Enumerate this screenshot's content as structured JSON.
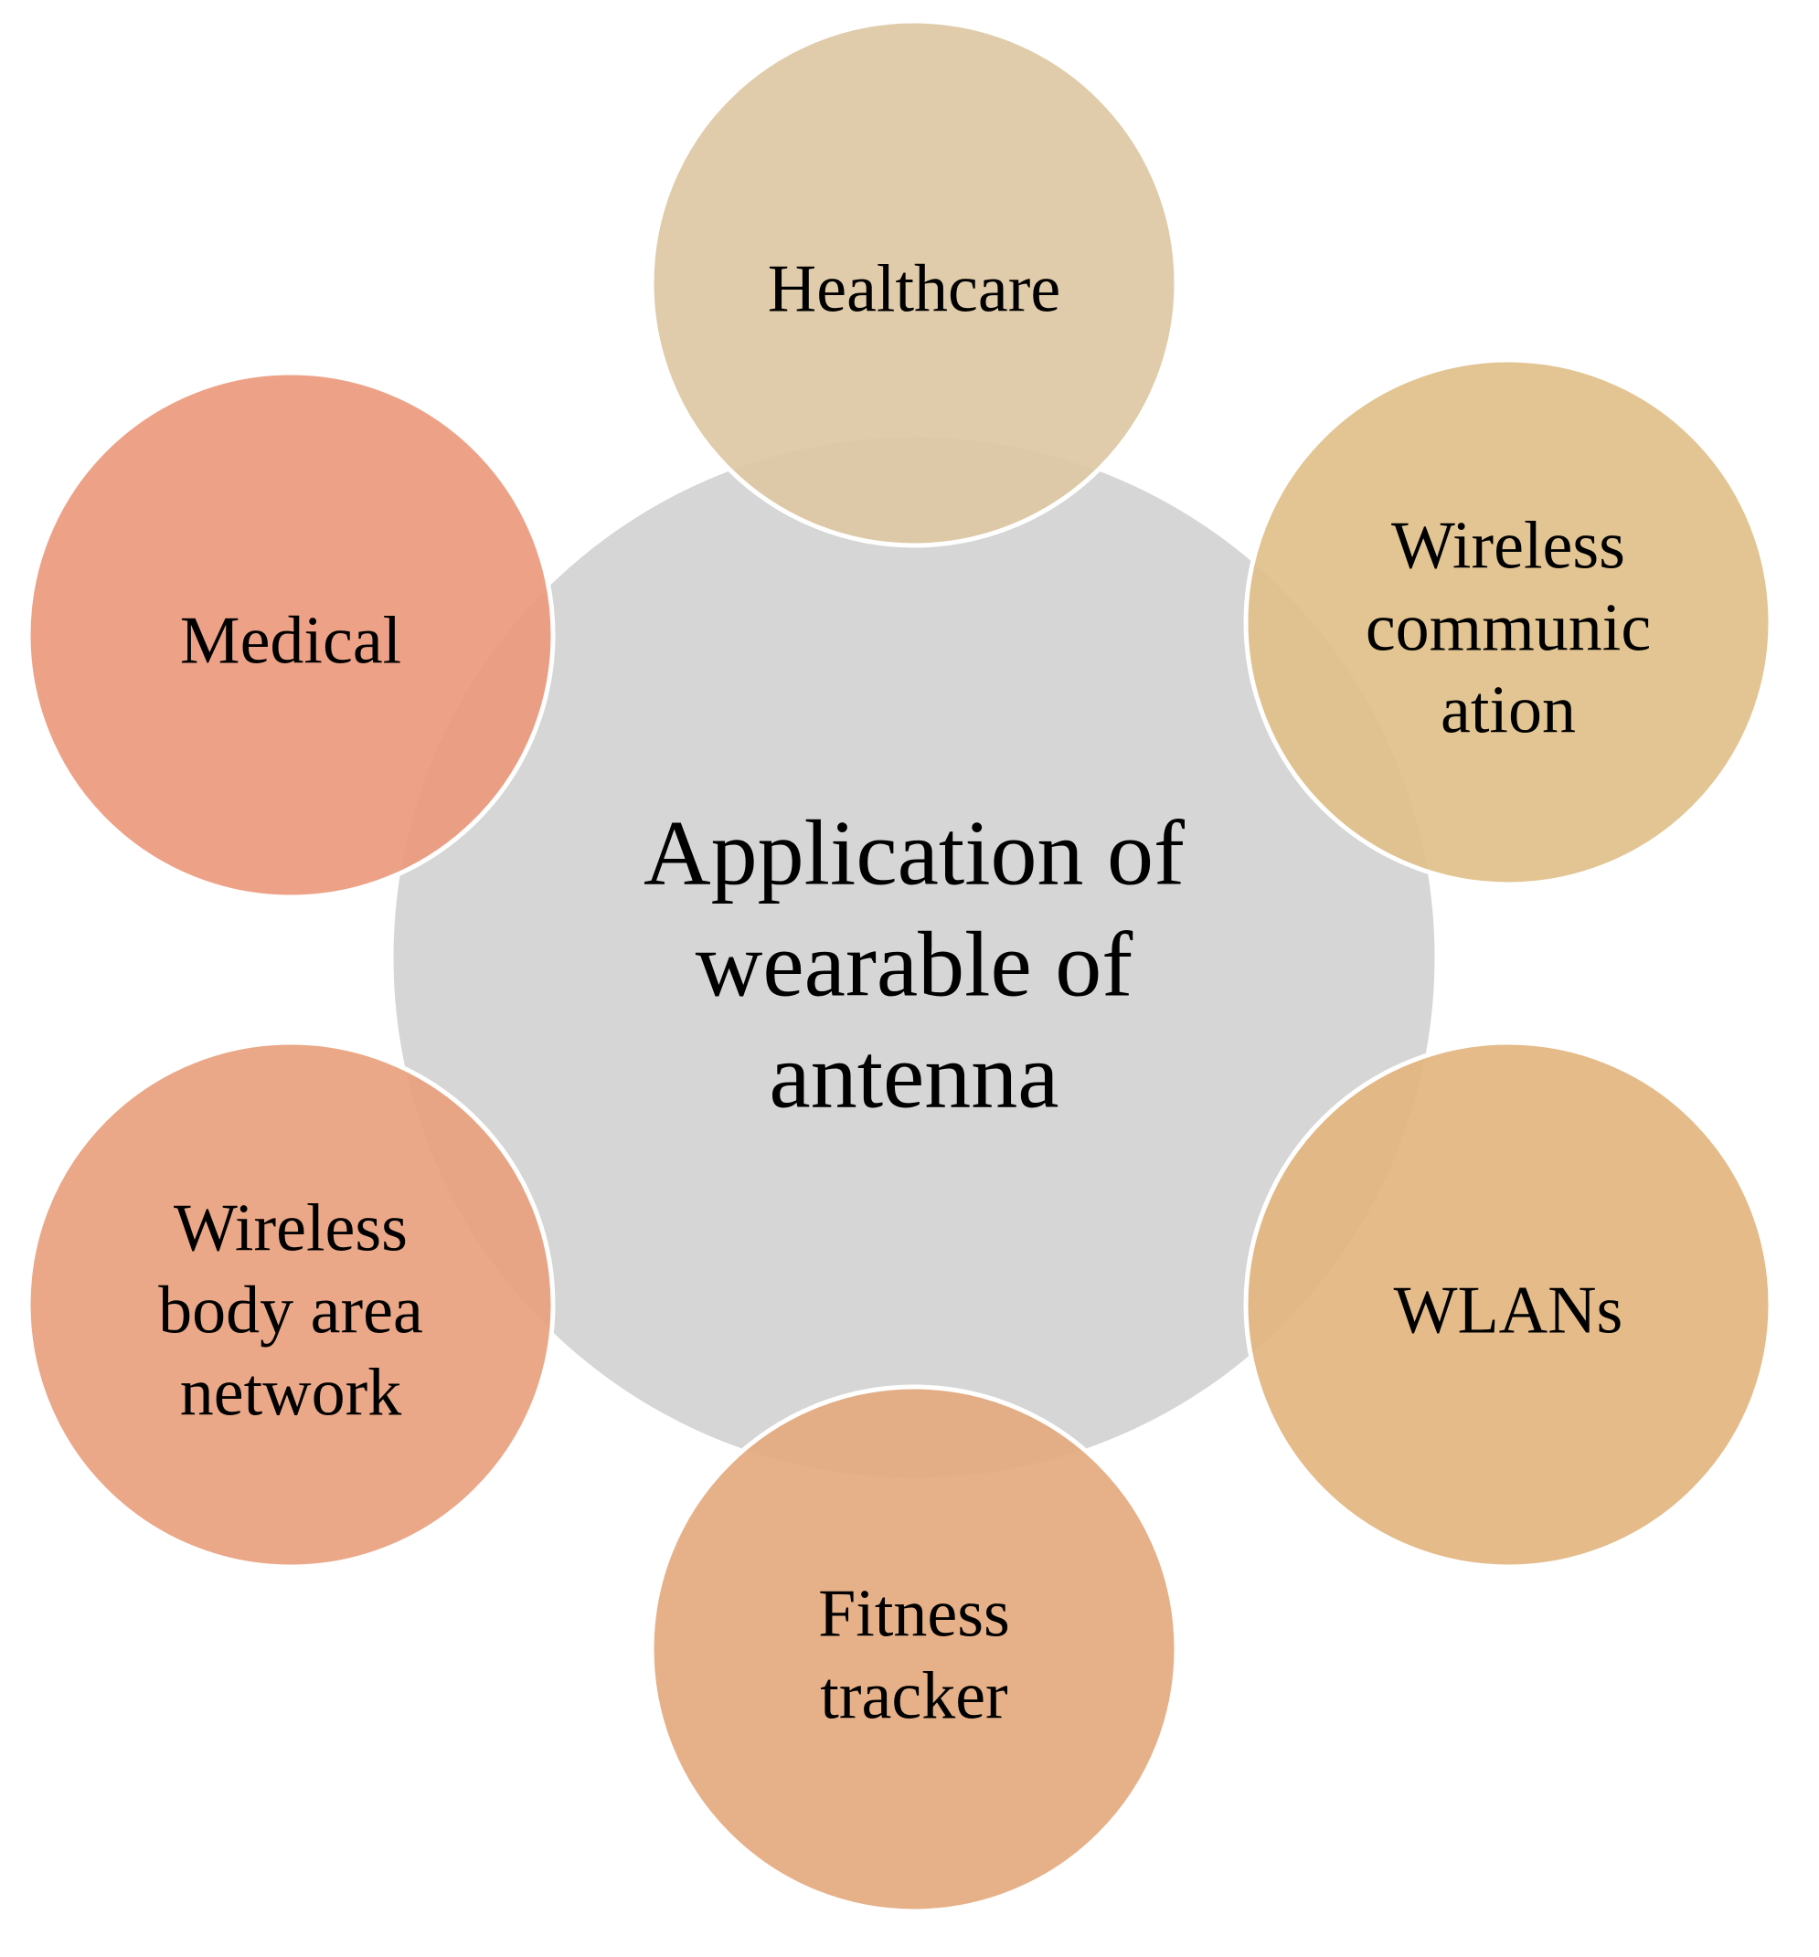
{
  "diagram": {
    "center": {
      "lines": [
        "Application of",
        "wearable of",
        "antenna"
      ],
      "color": "#d3d3d3"
    },
    "satellites": [
      {
        "id": "healthcare",
        "lines": [
          "Healthcare"
        ],
        "color": "#ddc8a3"
      },
      {
        "id": "wireless-communication",
        "lines": [
          "Wireless",
          "communic",
          "ation"
        ],
        "color": "#dfc089"
      },
      {
        "id": "wlans",
        "lines": [
          "WLANs"
        ],
        "color": "#e2b57f"
      },
      {
        "id": "fitness-tracker",
        "lines": [
          "Fitness",
          "tracker"
        ],
        "color": "#e4aa7f"
      },
      {
        "id": "wireless-body-area-network",
        "lines": [
          "Wireless",
          "body area",
          "network"
        ],
        "color": "#e8a17e"
      },
      {
        "id": "medical",
        "lines": [
          "Medical"
        ],
        "color": "#ec9a7e"
      }
    ],
    "circle_opacity": 0.92,
    "border_color": "#ffffff"
  }
}
